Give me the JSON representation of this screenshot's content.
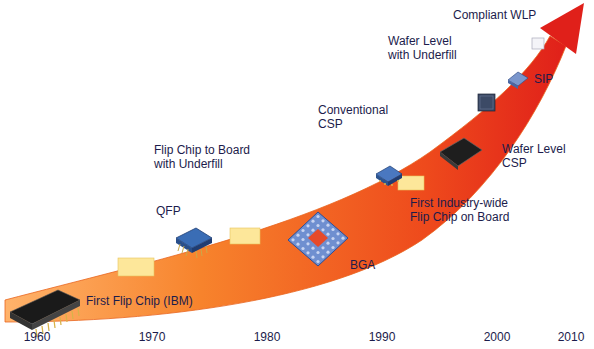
{
  "diagram": {
    "labels": [
      "Compliant WLP",
      "Wafer Level with Underfill",
      "SIP",
      "Conventional CSP",
      "Wafer Level CSP",
      "Flip Chip to Board with Underfill",
      "First Industry-wide Flip Chip on Board",
      "QFP",
      "BGA",
      "First Flip Chip (IBM)",
      "1960",
      "1970",
      "1980",
      "1990",
      "2000",
      "2010"
    ]
  }
}
